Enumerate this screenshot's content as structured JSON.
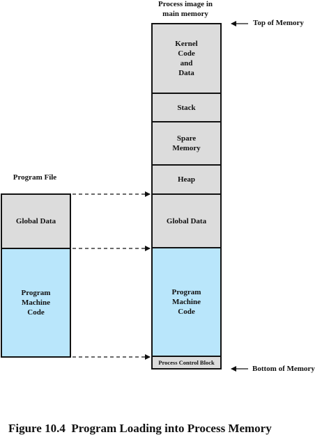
{
  "memory_header": "Process image in\nmain memory",
  "program_file_label": "Program File",
  "program_file": {
    "global_data": "Global Data",
    "machine_code": "Program\nMachine\nCode"
  },
  "process_image": {
    "kernel": "Kernel\nCode\nand\nData",
    "stack": "Stack",
    "spare": "Spare\nMemory",
    "heap": "Heap",
    "global_data": "Global Data",
    "machine_code": "Program\nMachine\nCode",
    "pcb": "Process Control Block"
  },
  "top_label": "Top of Memory",
  "bottom_label": "Bottom of Memory",
  "caption": "Figure 10.4  Program Loading into Process Memory"
}
